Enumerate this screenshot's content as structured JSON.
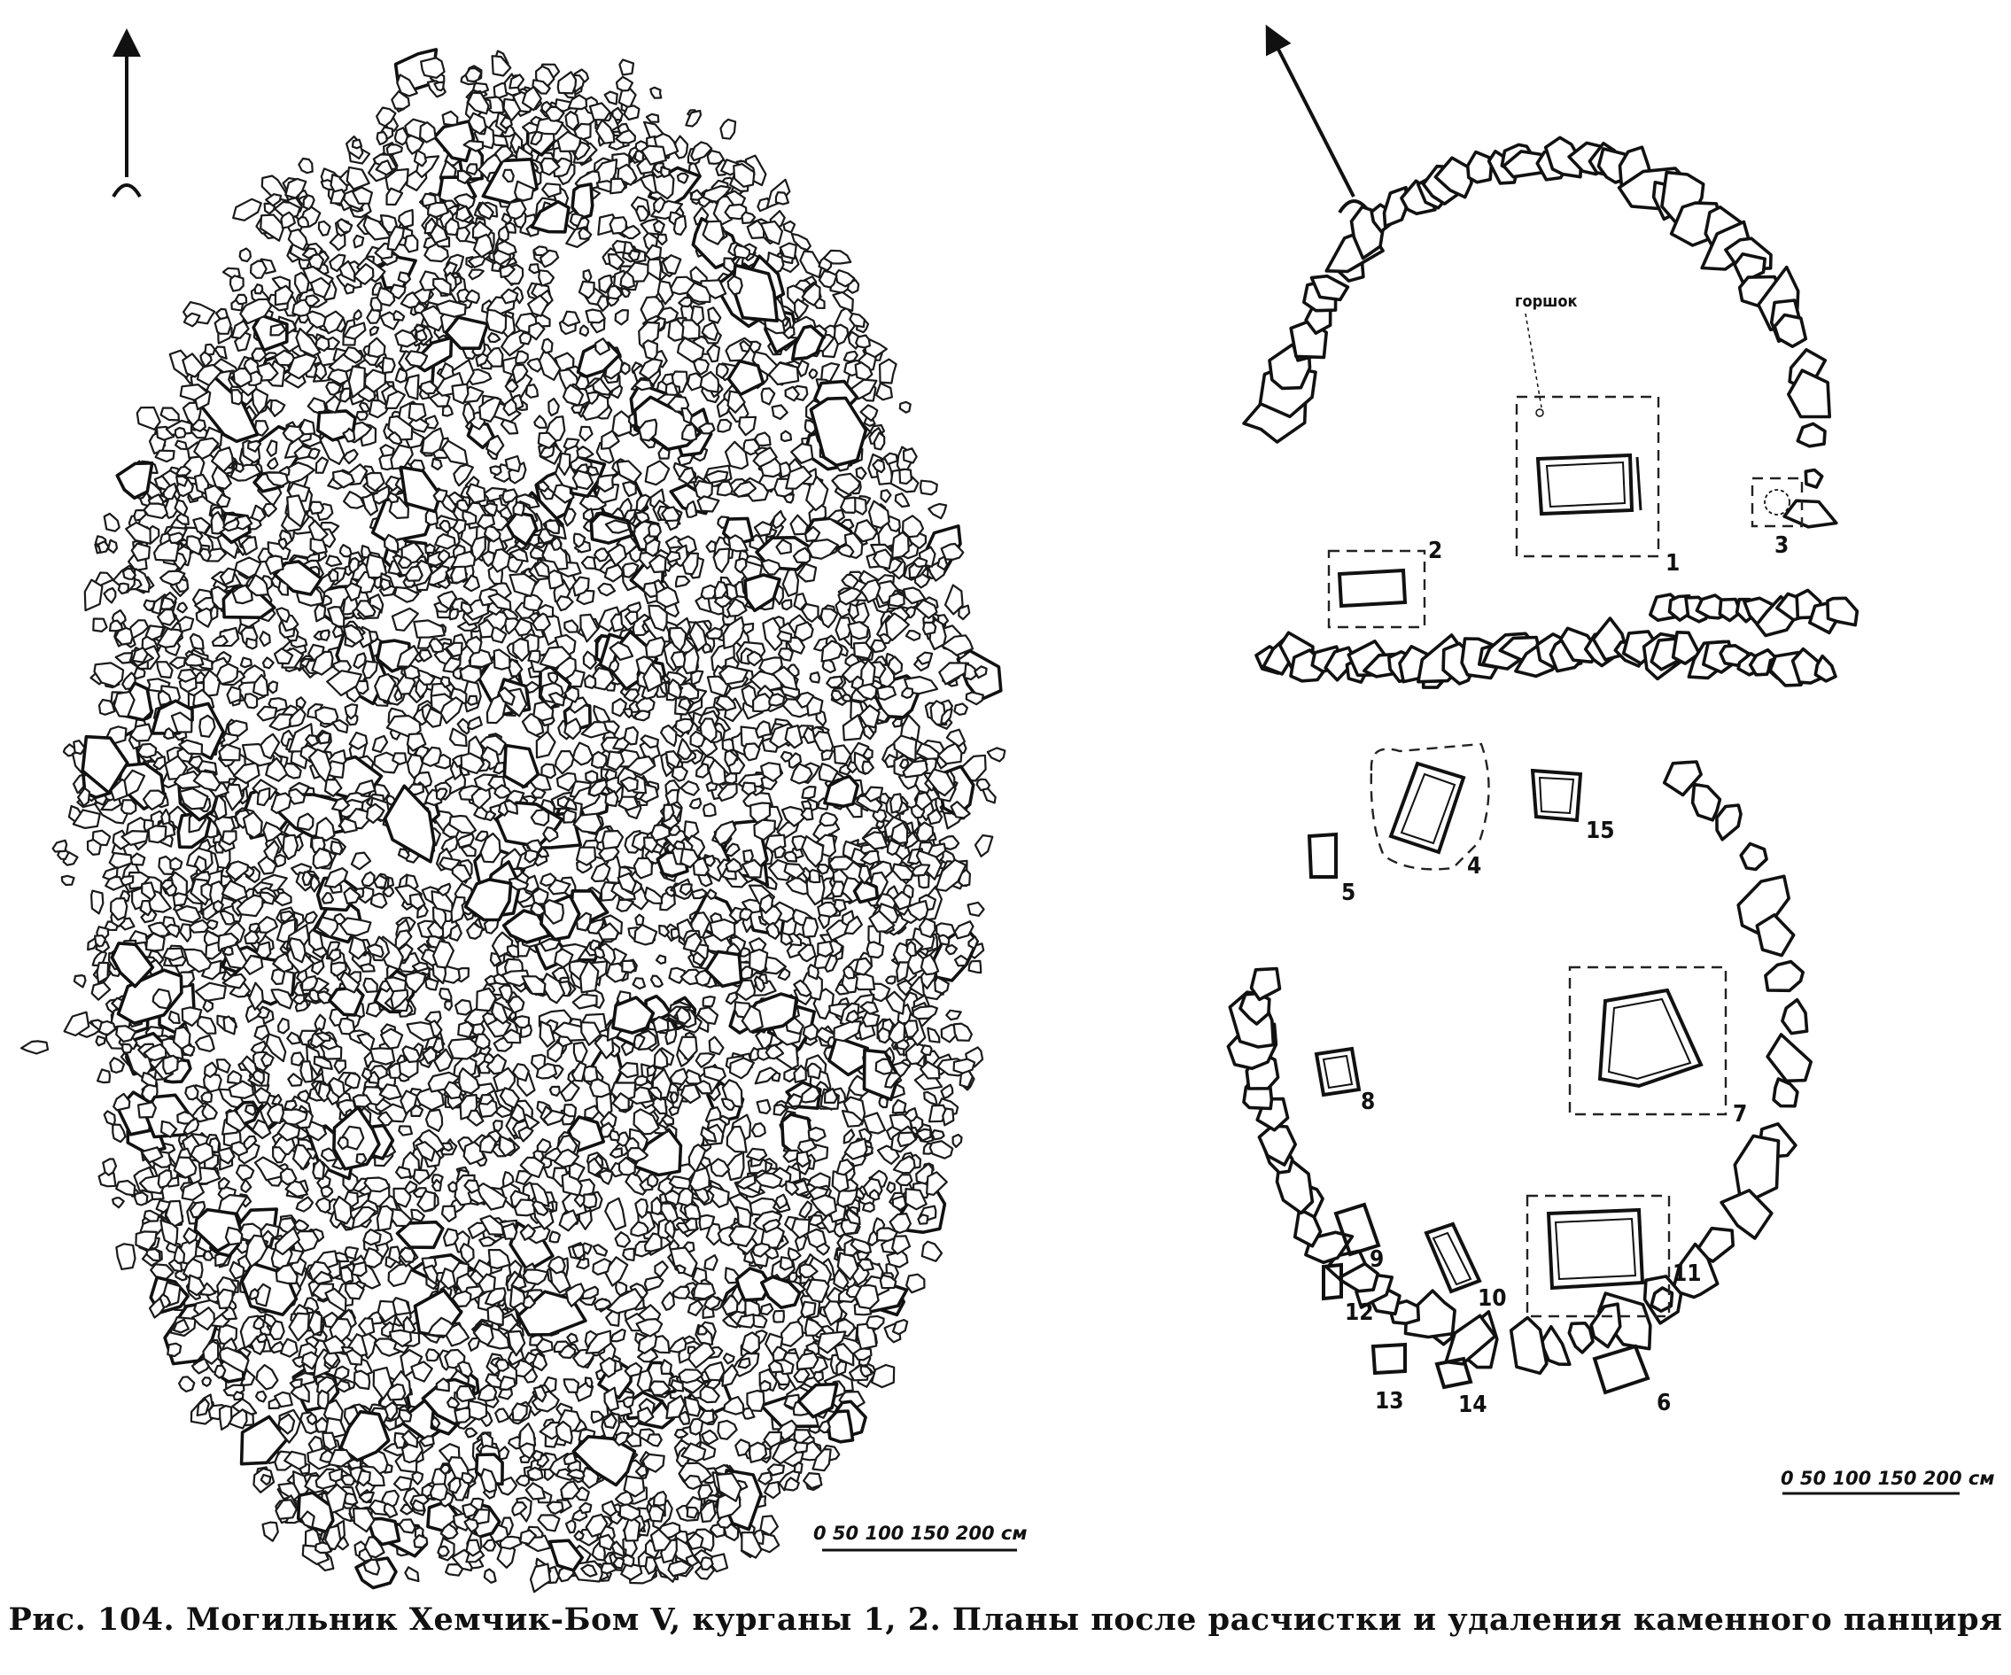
{
  "caption": "Рис. 104. Могильник Хемчик-Бом V, курганы 1, 2. Планы после расчистки и удаления каменного панциря",
  "left_plan": {
    "scale_label": "0 50 100 150 200 см"
  },
  "right_plan": {
    "pot_label": "горшок",
    "scale_label": "0 50 100 150 200 см",
    "grave_numbers": [
      "1",
      "2",
      "3",
      "4",
      "5",
      "6",
      "7",
      "8",
      "9",
      "10",
      "11",
      "12",
      "13",
      "14",
      "15"
    ]
  }
}
